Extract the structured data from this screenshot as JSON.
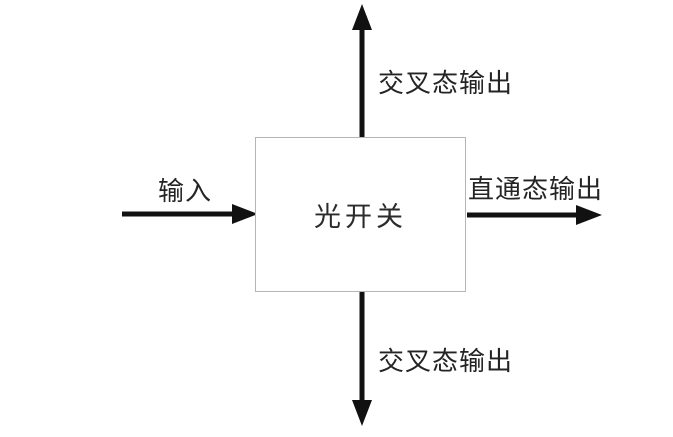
{
  "diagram": {
    "title": "optical-switch-block-diagram",
    "background_color": "#ffffff",
    "line_color": "#111111",
    "box_border_color": "#b5b5b5",
    "text_color": "#242424",
    "box": {
      "label": "光开关"
    },
    "labels": {
      "input": "输入",
      "top_output": "交叉态输出",
      "right_output": "直通态输出",
      "bottom_output": "交叉态输出"
    }
  }
}
